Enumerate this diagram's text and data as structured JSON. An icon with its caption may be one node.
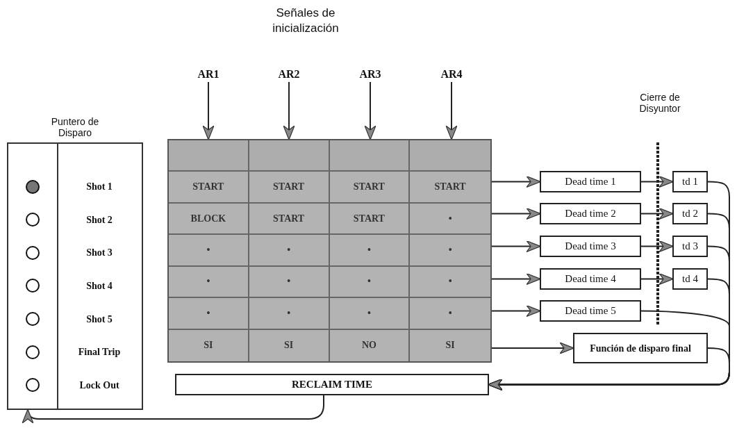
{
  "diagram": {
    "title": "Señales de inicialización",
    "nodes": [
      {
        "text": [
          "Puntero de Disparo",
          "Shot 1",
          "Shot 2",
          "Shot 3",
          "Shot 4",
          "Shot 5",
          "Final Trip",
          "Lock Out"
        ]
      },
      {
        "text": [
          "AR1"
        ]
      },
      {
        "text": [
          "AR2"
        ]
      },
      {
        "text": [
          "AR3"
        ]
      },
      {
        "text": [
          "AR4"
        ]
      },
      {
        "text": [
          "START",
          "START",
          "START",
          "START",
          "BLOCK",
          "START",
          "START",
          "•",
          "•",
          "•",
          "•",
          "•",
          "•",
          "•",
          "•",
          "•",
          "•",
          "•",
          "•",
          "•",
          "SI",
          "SI",
          "NO",
          "SI"
        ]
      },
      {
        "text": [
          "Dead time 1"
        ]
      },
      {
        "text": [
          "Dead time 2"
        ]
      },
      {
        "text": [
          "Dead time 3"
        ]
      },
      {
        "text": [
          "Dead time 4"
        ]
      },
      {
        "text": [
          "Dead time 5"
        ]
      },
      {
        "text": [
          "td 1"
        ]
      },
      {
        "text": [
          "td 2"
        ]
      },
      {
        "text": [
          "td 3"
        ]
      },
      {
        "text": [
          "td 4"
        ]
      },
      {
        "text": [
          "Función de disparo final"
        ]
      },
      {
        "text": [
          "RECLAIM TIME"
        ]
      }
    ],
    "edges": [
      {
        "from": 1,
        "to": 5,
        "arrow": "to"
      },
      {
        "from": 2,
        "to": 5,
        "arrow": "to"
      },
      {
        "from": 3,
        "to": 5,
        "arrow": "to"
      },
      {
        "from": 4,
        "to": 5,
        "arrow": "to"
      },
      {
        "from": 5,
        "to": 6,
        "arrow": "to"
      },
      {
        "from": 5,
        "to": 7,
        "arrow": "to"
      },
      {
        "from": 5,
        "to": 8,
        "arrow": "to"
      },
      {
        "from": 5,
        "to": 9,
        "arrow": "to"
      },
      {
        "from": 5,
        "to": 10,
        "arrow": "to"
      },
      {
        "from": 5,
        "to": 15,
        "arrow": "to"
      },
      {
        "from": 6,
        "to": 11,
        "arrow": "to"
      },
      {
        "from": 7,
        "to": 12,
        "arrow": "to"
      },
      {
        "from": 8,
        "to": 13,
        "arrow": "to"
      },
      {
        "from": 9,
        "to": 14,
        "arrow": "to"
      },
      {
        "from": 11,
        "to": 16,
        "arrow": "to"
      },
      {
        "from": 12,
        "to": 16,
        "arrow": "to"
      },
      {
        "from": 13,
        "to": 16,
        "arrow": "to"
      },
      {
        "from": 14,
        "to": 16,
        "arrow": "to"
      },
      {
        "from": 10,
        "to": 16,
        "arrow": "to"
      },
      {
        "from": 15,
        "to": 16,
        "arrow": "to"
      },
      {
        "from": 16,
        "to": 0,
        "arrow": "to"
      }
    ],
    "labels": [
      "Cierre de Disyuntor"
    ]
  }
}
